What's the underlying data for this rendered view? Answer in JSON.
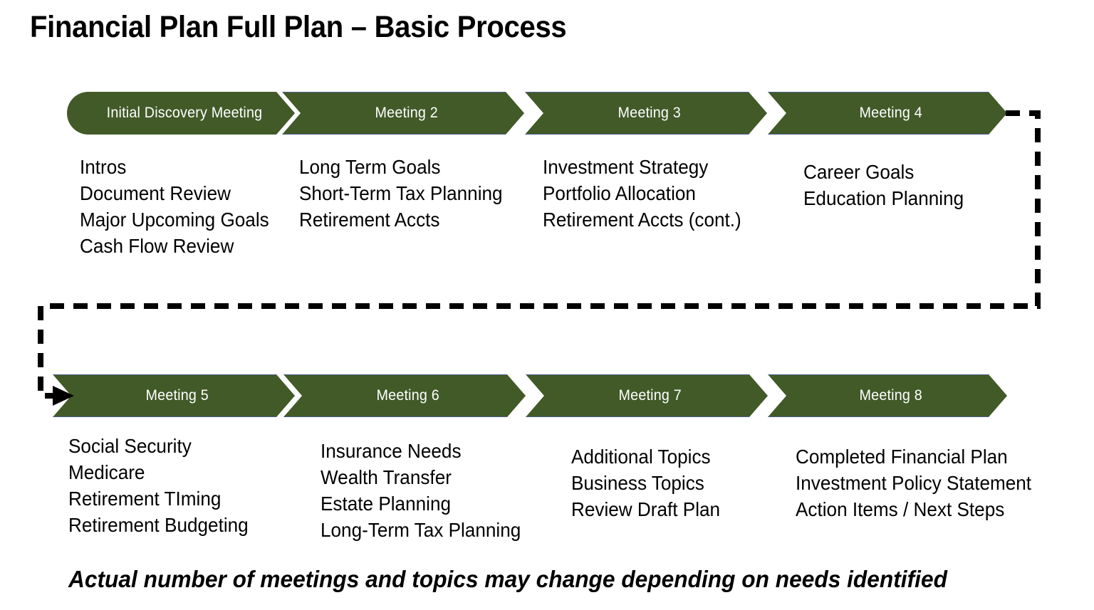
{
  "title": "Financial Plan Full Plan – Basic Process",
  "colors": {
    "chevron_fill": "#415A28",
    "chevron_border": "#4A5E86",
    "chevron_label": "#FFFFFF",
    "text": "#000000",
    "background": "#FFFFFF",
    "connector": "#000000"
  },
  "footer_note": "Actual number of meetings and topics may change depending on needs identified",
  "rows": [
    {
      "row_index": 1,
      "stages": [
        {
          "label": "Initial Discovery Meeting",
          "shape": "rounded-chevron",
          "topics": [
            "Intros",
            "Document Review",
            "Major Upcoming Goals",
            "Cash Flow Review"
          ]
        },
        {
          "label": "Meeting 2",
          "shape": "chevron",
          "topics": [
            "Long Term Goals",
            "Short-Term Tax Planning",
            "Retirement Accts"
          ]
        },
        {
          "label": "Meeting 3",
          "shape": "chevron",
          "topics": [
            "Investment Strategy",
            "Portfolio Allocation",
            "Retirement Accts (cont.)"
          ]
        },
        {
          "label": "Meeting 4",
          "shape": "chevron",
          "topics": [
            "Career Goals",
            "Education Planning"
          ]
        }
      ]
    },
    {
      "row_index": 2,
      "stages": [
        {
          "label": "Meeting 5",
          "shape": "chevron",
          "topics": [
            "Social Security",
            "Medicare",
            "Retirement TIming",
            "Retirement Budgeting"
          ]
        },
        {
          "label": "Meeting 6",
          "shape": "chevron",
          "topics": [
            "Insurance Needs",
            "Wealth Transfer",
            "Estate Planning",
            "Long-Term Tax Planning"
          ]
        },
        {
          "label": "Meeting 7",
          "shape": "chevron",
          "topics": [
            "Additional Topics",
            "Business Topics",
            "Review Draft Plan"
          ]
        },
        {
          "label": "Meeting 8",
          "shape": "chevron",
          "topics": [
            "Completed Financial Plan",
            "Investment Policy Statement",
            "Action Items / Next Steps"
          ]
        }
      ]
    }
  ],
  "connector": {
    "description": "dashed-flow-arrow-from-meeting-4-to-meeting-5",
    "style": "dashed",
    "arrowhead": "right"
  }
}
